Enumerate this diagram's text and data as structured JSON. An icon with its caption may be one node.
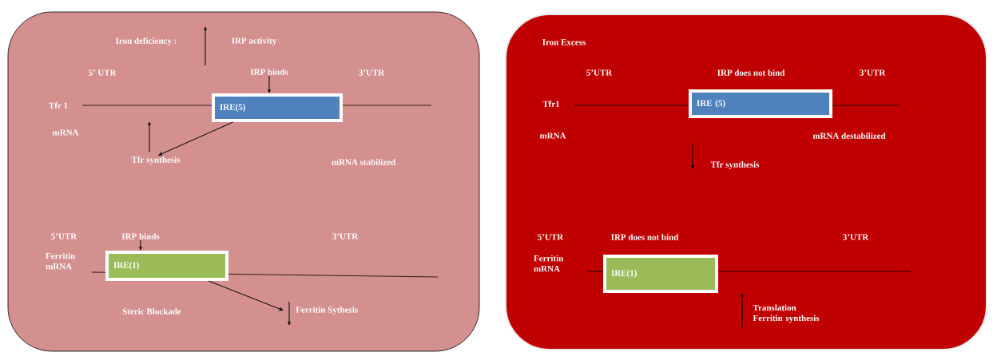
{
  "diagram": {
    "nodes": [
      {
        "text": [],
        "shape": "box"
      },
      {
        "text": [
          "IRE(5)"
        ],
        "in": 0
      },
      {
        "text": [
          "IRP  binds"
        ],
        "in": 0
      },
      {
        "text": [
          "Tfr synthesis"
        ],
        "in": 0
      },
      {
        "text": [
          "IRE(1)"
        ],
        "in": 0
      },
      {
        "text": [
          "IRP binds"
        ],
        "in": 0
      },
      {
        "text": [
          "Ferritin Sythesis"
        ],
        "in": 0
      },
      {
        "text": [],
        "shape": "box"
      },
      {
        "text": [
          "IRE (5)"
        ],
        "in": 7
      },
      {
        "text": [
          "IRE(1)"
        ],
        "in": 7
      }
    ],
    "edges": [
      {
        "from": 2,
        "to": 1,
        "arrow": "to"
      },
      {
        "from": 1,
        "to": 3,
        "arrow": "to"
      },
      {
        "from": 5,
        "to": 4,
        "arrow": "to"
      },
      {
        "from": 4,
        "to": 6,
        "arrow": "to"
      }
    ],
    "labels": [
      "Iron deficiency :",
      "IRP  activity",
      "5’ UTR",
      "3’UTR",
      "Tfr 1",
      "mRNA",
      "mRNA stabilized",
      "5’UTR",
      "3’UTR",
      "Ferritin mRNA",
      "Steric Blockade",
      "Iron Excess",
      "5’UTR",
      "IRP does not bind",
      "3’UTR",
      "Tfr1",
      "mRNA",
      "mRNA destabilized",
      "Tfr synthesis",
      "5’UTR",
      "IRP does not bind",
      "3’UTR",
      "Ferritin mRNA",
      "Translation Ferritin synthesis"
    ]
  }
}
